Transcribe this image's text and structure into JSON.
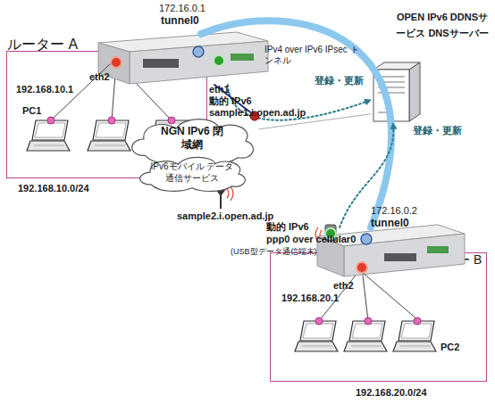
{
  "diagram": {
    "nodes": [
      {
        "text": [
          "ルーター A"
        ]
      },
      {
        "text": [
          "192.168.10.0/24"
        ]
      },
      {
        "text": [
          "PC1"
        ],
        "in": 1
      },
      {
        "text": [
          "OPEN IPv6 DDNSサービス DNSサーバー"
        ]
      },
      {
        "text": [
          "NGN IPv6 閉域網"
        ]
      },
      {
        "text": [
          "IPv6モバイル データ通信サービス"
        ]
      },
      {
        "text": [
          "ルーター B"
        ]
      },
      {
        "text": [
          "192.168.20.0/24"
        ]
      },
      {
        "text": [
          "PC2"
        ],
        "in": 7
      }
    ],
    "edges": [
      {
        "from": 0,
        "to": 6,
        "arrow": "none",
        "label": "IPv4 over IPv6 IPsec トンネル"
      },
      {
        "from": 0,
        "to": 3,
        "arrow": "to",
        "label": "登録・更新"
      },
      {
        "from": 6,
        "to": 3,
        "arrow": "to",
        "label": "登録・更新"
      },
      {
        "from": 0,
        "to": 4,
        "arrow": "none"
      },
      {
        "from": 4,
        "to": 3,
        "arrow": "none"
      },
      {
        "from": 0,
        "to": 2,
        "arrow": "none"
      },
      {
        "from": 6,
        "to": 8,
        "arrow": "none"
      }
    ],
    "labels": [
      "172.16.0.1",
      "tunnel0",
      "eth2",
      "192.168.10.1",
      "eth1",
      "動的 IPv6",
      "sample1.i.open.ad.jp",
      "sample2.i.open.ad.jp",
      "動的 IPv6",
      "ppp0 over cellular0",
      "(USB型データ通信端末)",
      "172.16.0.2",
      "tunnel0",
      "eth2",
      "192.168.20.1"
    ]
  }
}
